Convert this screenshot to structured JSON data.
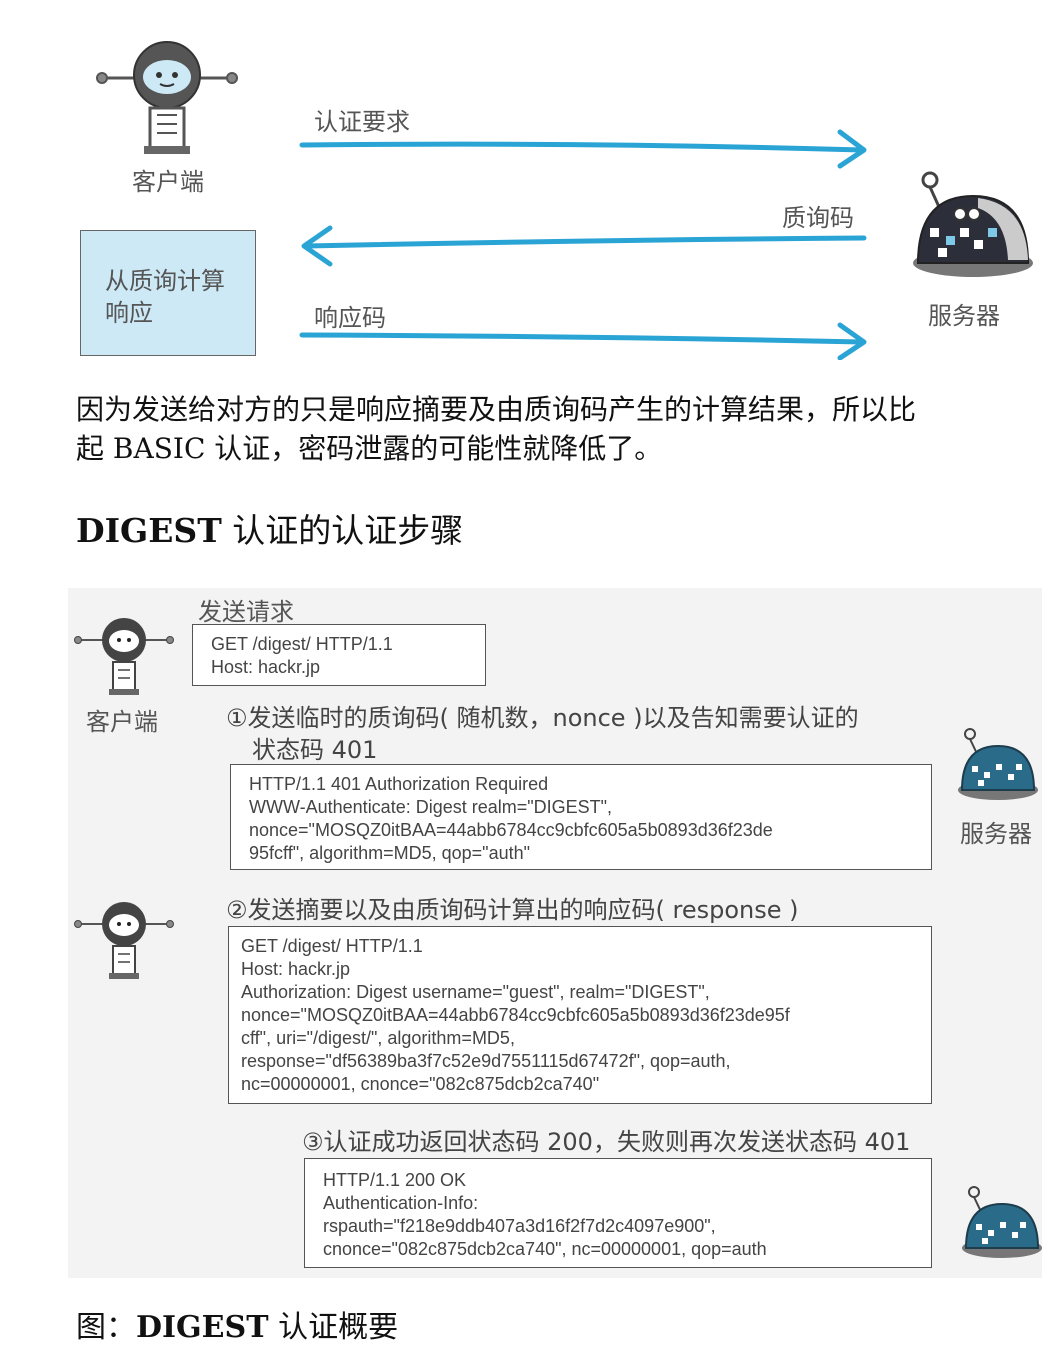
{
  "top": {
    "client_label": "客户端",
    "server_label": "服务器",
    "arrow_request": "认证要求",
    "arrow_challenge": "质询码",
    "arrow_response": "响应码",
    "compute_box": [
      "从质询计算",
      "响应"
    ]
  },
  "paragraph": [
    "因为发送给对方的只是响应摘要及由质询码产生的计算结果，所以比",
    "起 BASIC 认证，密码泄露的可能性就降低了。"
  ],
  "heading": {
    "bold": "DIGEST",
    "rest": " 认证的认证步骤"
  },
  "flow": {
    "send_request_label": "发送请求",
    "client_label": "客户端",
    "server_label": "服务器",
    "request_box": [
      "GET /digest/ HTTP/1.1",
      "Host: hackr.jp"
    ],
    "step1": [
      "①发送临时的质询码( 随机数，nonce )以及告知需要认证的",
      "状态码 401"
    ],
    "step1_box": [
      "HTTP/1.1 401 Authorization Required",
      "WWW-Authenticate: Digest realm=\"DIGEST\",",
      "nonce=\"MOSQZ0itBAA=44abb6784cc9cbfc605a5b0893d36f23de",
      "95fcff\", algorithm=MD5, qop=\"auth\""
    ],
    "step2": "②发送摘要以及由质询码计算出的响应码( response )",
    "step2_box": [
      "GET /digest/ HTTP/1.1",
      "Host: hackr.jp",
      "Authorization: Digest username=\"guest\", realm=\"DIGEST\",",
      "nonce=\"MOSQZ0itBAA=44abb6784cc9cbfc605a5b0893d36f23de95f",
      "cff\", uri=\"/digest/\", algorithm=MD5,",
      "response=\"df56389ba3f7c52e9d7551115d67472f\", qop=auth,",
      "nc=00000001, cnonce=\"082c875dcb2ca740\""
    ],
    "step3": "③认证成功返回状态码 200，失败则再次发送状态码 401",
    "step3_box": [
      "HTTP/1.1 200 OK",
      "Authentication-Info:",
      "rspauth=\"f218e9ddb407a3d16f2f7d2c4097e900\",",
      "cnonce=\"082c875dcb2ca740\", nc=00000001, qop=auth"
    ]
  },
  "caption": {
    "prefix": "图：",
    "bold": "DIGEST",
    "rest": " 认证概要"
  },
  "colors": {
    "arrow": "#2aa4d5",
    "compute_box_bg": "#cde9f6",
    "flow_bg": "#f3f3f3"
  },
  "icons": {
    "client": "robot-icon",
    "server": "server-bug-icon"
  }
}
